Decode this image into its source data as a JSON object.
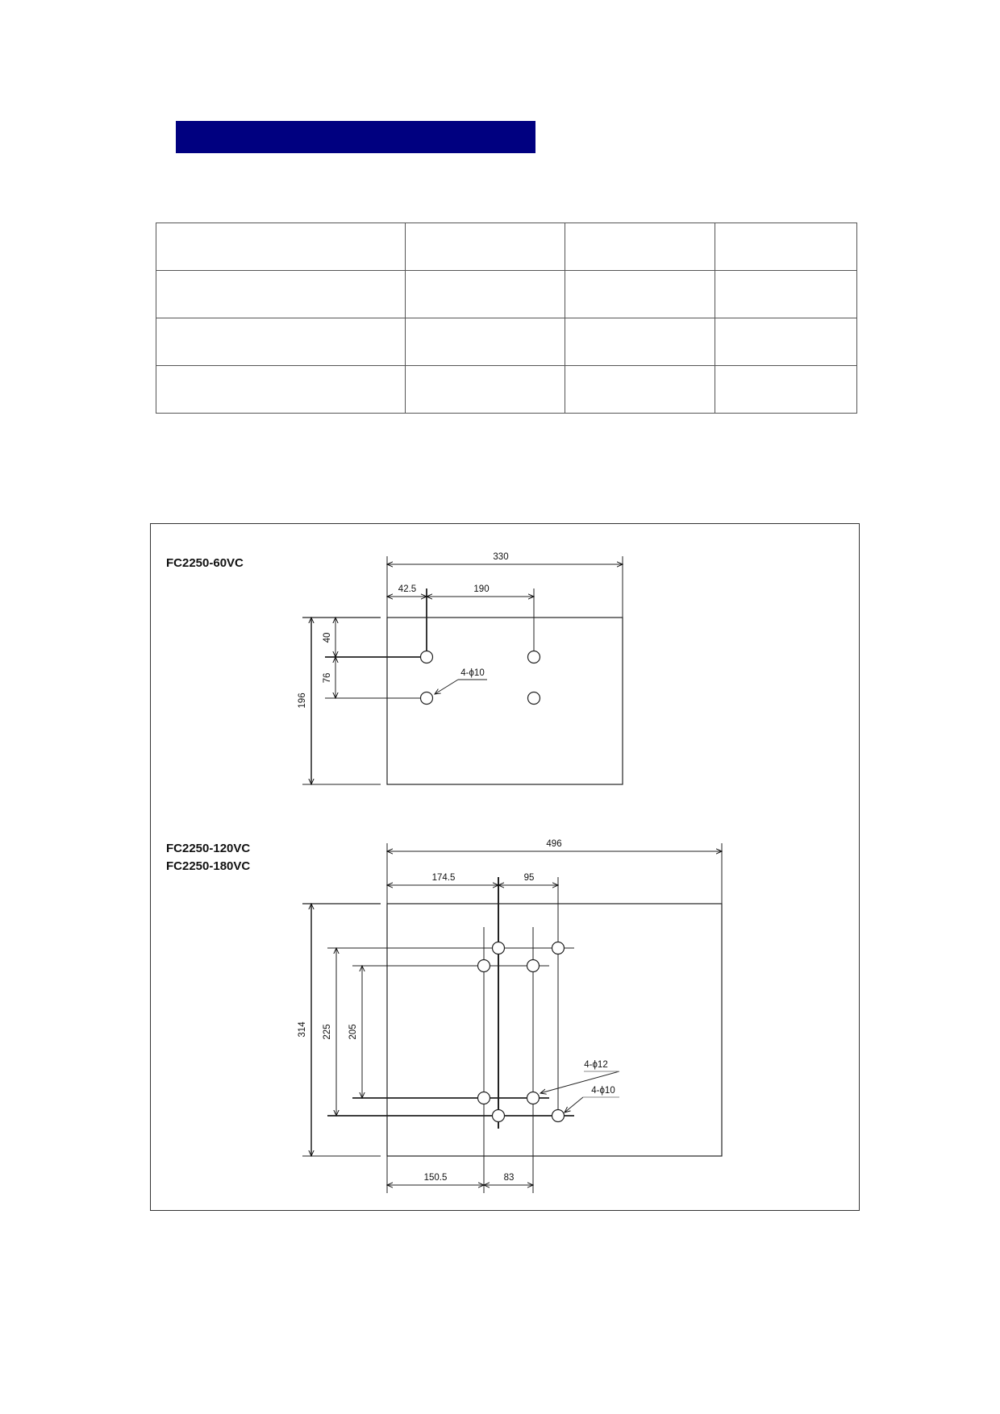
{
  "drawing": {
    "upper": {
      "model": "FC2250-60VC",
      "dims": {
        "overall_width": "330",
        "left_offset": "42.5",
        "hole_spacing_x": "190",
        "top_offset": "40",
        "hole_spacing_y": "76",
        "overall_height": "196",
        "hole_callout": "4-ϕ10"
      }
    },
    "lower": {
      "model_1": "FC2250-120VC",
      "model_2": "FC2250-180VC",
      "dims": {
        "overall_width": "496",
        "left_offset_top": "174.5",
        "outer_spacing_x": "95",
        "overall_height": "314",
        "outer_spacing_y": "225",
        "inner_spacing_y": "205",
        "left_offset_bottom": "150.5",
        "inner_spacing_x": "83",
        "outer_hole_callout": "4-ϕ12",
        "inner_hole_callout": "4-ϕ10"
      }
    }
  }
}
